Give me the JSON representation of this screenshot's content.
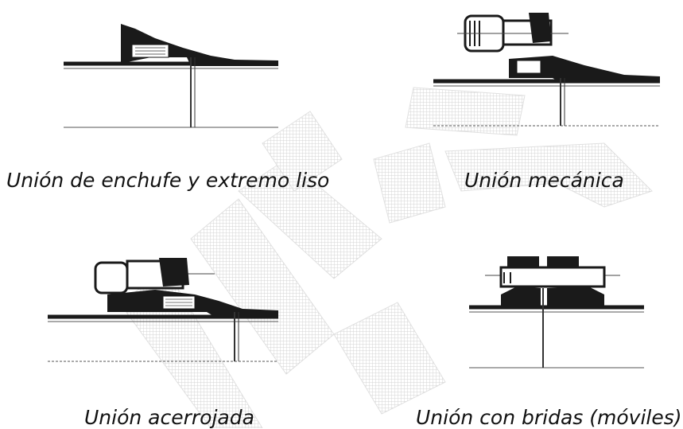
{
  "captions": {
    "spigot": "Unión de enchufe y extremo liso",
    "mechanical": "Unión mecánica",
    "restrained": "Unión acerrojada",
    "flanged": "Unión con bridas (móviles)"
  },
  "colors": {
    "ink": "#1a1a1a",
    "line": "#444444",
    "watermark": "#cfcfcf"
  }
}
